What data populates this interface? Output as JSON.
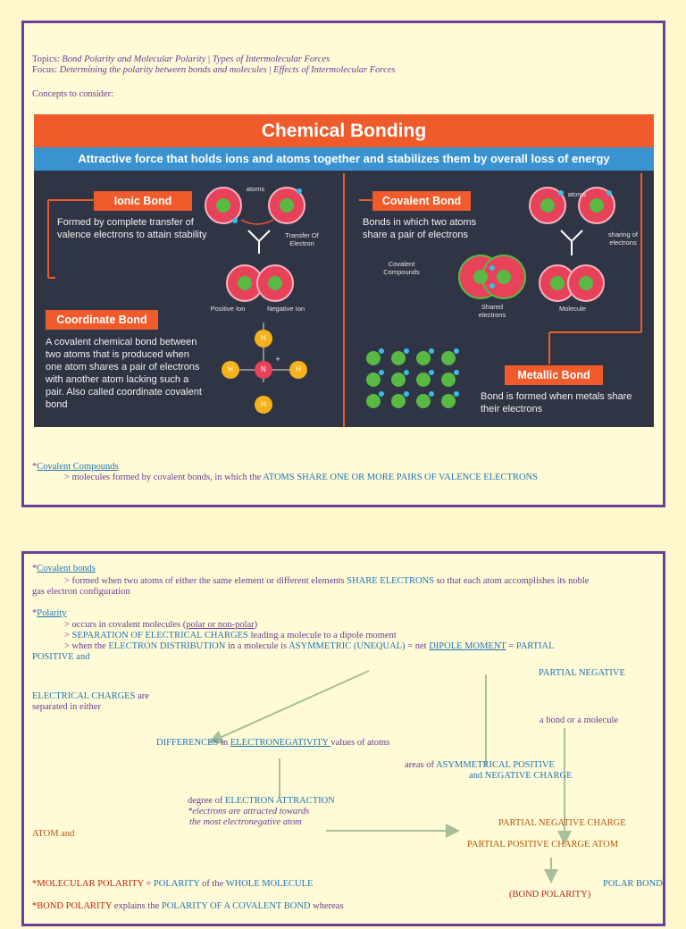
{
  "page1": {
    "topics_label": "Topics:",
    "topics_1": "Bond Polarity and Molecular Polarity",
    "topics_sep": "|",
    "topics_2": "Types of Intermolecular Forces",
    "focus_label": "Focus:",
    "focus_1": "Determining the polarity between bonds and molecules",
    "focus_sep": "|",
    "focus_2": "Effects of Intermolecular Forces",
    "concepts": "Concepts to consider:",
    "infographic": {
      "title": "Chemical Bonding",
      "subtitle": "Attractive force that holds ions and atoms together and stabilizes them by overall loss of energy",
      "ionic_label": "Ionic Bond",
      "ionic_desc": "Formed by complete transfer of valence electrons to attain stability",
      "ionic_atoms": "atoms",
      "ionic_transfer": "Transfer Of Electron",
      "positive_ion": "Positive Ion",
      "negative_ion": "Negative Ion",
      "covalent_label": "Covalent Bond",
      "covalent_desc": "Bonds in which two atoms share a pair of electrons",
      "covalent_atoms": "atoms",
      "sharing": "sharing of electrons",
      "covalent_compounds": "Covalent Compounds",
      "shared_electrons": "Shared electrons",
      "molecule": "Molecule",
      "coordinate_label": "Coordinate Bond",
      "coordinate_desc": "A covalent chemical bond between two atoms that is produced when one atom shares a pair of electrons with another atom lacking such a pair. Also called coordinate covalent bond",
      "metallic_label": "Metallic Bond",
      "metallic_desc": "Bond is formed when metals share their electrons",
      "h": "H",
      "n": "N",
      "plus": "+"
    },
    "cc_star": "*",
    "cc_term": "Covalent Compounds",
    "cc_def_pre": "> molecules formed by covalent bonds, in which the ",
    "cc_def_hl": "ATOMS SHARE ONE OR MORE PAIRS OF VALENCE ELECTRONS"
  },
  "page2": {
    "cb_star": "*",
    "cb_term": "Covalent bonds",
    "cb_line1_pre": "> formed when two atoms of either the same element or different elements ",
    "cb_line1_hl": "SHARE ELECTRONS",
    "cb_line1_post": " so that each atom accomplishes its noble",
    "cb_line2": "gas electron configuration",
    "pol_star": "*",
    "pol_term": "Polarity",
    "pol_l1_pre": "> occurs in covalent molecules (",
    "pol_l1_link": "polar or non-polar",
    "pol_l1_post": ")",
    "pol_l2_pre": "> ",
    "pol_l2_hl": "SEPARATION OF ELECTRICAL CHARGES",
    "pol_l2_post": " leading a molecule to a dipole moment",
    "pol_l3_pre": "> when the ",
    "pol_l3_hl1": "ELECTRON DISTRIBUTION",
    "pol_l3_mid": " in a molecule is ",
    "pol_l3_hl2": "ASYMMETRIC (UNEQUAL)",
    "pol_l3_mid2": " = net ",
    "pol_l3_link": "DIPOLE MOMENT",
    "pol_l3_post": " = ",
    "pol_l3_hl3": "PARTIAL",
    "positive_and": "POSITIVE and",
    "partial_negative": "PARTIAL NEGATIVE",
    "elec_charges_hl": "ELECTRICAL CHARGES",
    "elec_charges_post": " are",
    "separated": "separated in either",
    "bond_or_molecule": "a bond or a molecule",
    "diff_hl": "DIFFERENCES",
    "diff_in": " in ",
    "diff_link": "ELECTRONEGATIVITY ",
    "diff_post": "values of atoms",
    "areas_pre": "areas of ",
    "areas_hl": "ASYMMETRICAL POSITIVE",
    "areas_hl2": "and  NEGATIVE CHARGE",
    "degree_pre": "degree of ",
    "degree_hl": "ELECTRON ATTRACTION",
    "degree_note1": "*electrons are attracted towards",
    "degree_note2": "the most electronegative atom",
    "pn_charge": "PARTIAL NEGATIVE CHARGE",
    "atom_and": "ATOM and",
    "pp_charge": "PARTIAL POSITIVE CHARGE ATOM",
    "mp_star": "*",
    "mp_hl": "MOLECULAR POLARITY",
    "mp_eq": " = ",
    "mp_hl2": "POLARITY",
    "mp_of": " of the ",
    "mp_hl3": "WHOLE MOLECULE",
    "polar_bond": "POLAR BOND",
    "bond_polarity": "(BOND POLARITY)",
    "bp_star": "*",
    "bp_hl": "BOND POLARITY",
    "bp_mid": " explains the ",
    "bp_hl2": "POLARITY OF A COVALENT BOND",
    "bp_post": " whereas"
  }
}
